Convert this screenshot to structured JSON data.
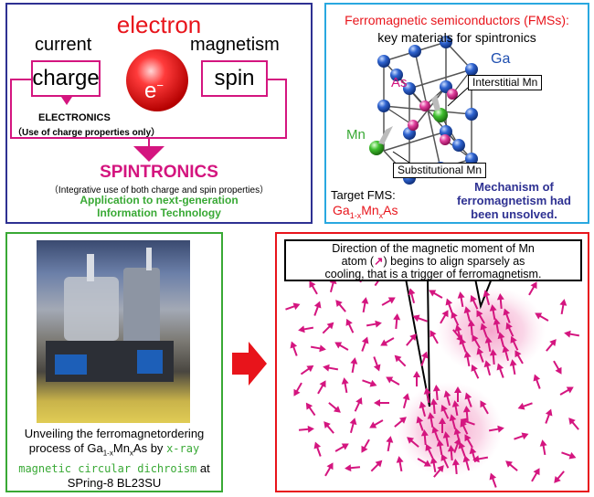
{
  "spin_panel": {
    "title": "electron",
    "current_label": "current",
    "magnetism_label": "magnetism",
    "charge_label": "charge",
    "spin_label": "spin",
    "electron_symbol": "e",
    "electron_sup": "−",
    "electronics_title": "ELECTRONICS",
    "electronics_note": "（Use of charge properties only）",
    "spintronics_title": "SPINTRONICS",
    "spintronics_note": "（Integrative use of both charge and spin properties）",
    "application_line1": "Application to next-generation",
    "application_line2": "Information Technology"
  },
  "fms_panel": {
    "title": "Ferromagnetic semiconductors (FMSs):",
    "subtitle": "key materials for spintronics",
    "ga_label": "Ga",
    "as_label": "As",
    "mn_label": "Mn",
    "interstitial_label": "Interstitial Mn",
    "substitutional_label": "Substitutional Mn",
    "target_label": "Target FMS:",
    "target_formula": {
      "a": "Ga",
      "b": "1-x",
      "c": "Mn",
      "d": "x",
      "e": "As"
    },
    "mechanism_line1": "Mechanism of",
    "mechanism_line2": "ferromagnetism had",
    "mechanism_line3": "been unsolved."
  },
  "experiment_panel": {
    "caption_line1": "Unveiling the ferromagnetordering",
    "caption_pre": "process of ",
    "formula": {
      "a": "Ga",
      "b": "1-x",
      "c": "Mn",
      "d": "x",
      "e": "As"
    },
    "caption_by": " by ",
    "caption_green1": "x-ray",
    "caption_green2": "magnetic circular dichroism",
    "caption_at": " at",
    "caption_line4": "SPring-8 BL23SU"
  },
  "moment_panel": {
    "bubble_line1": "Direction of the magnetic moment of Mn",
    "bubble_pre": "atom (",
    "bubble_post": ") begins to align sparsely as",
    "bubble_line3": "cooling, that is a trigger of ferromagnetism."
  },
  "colors": {
    "magenta": "#d4157f",
    "red": "#e8141b",
    "green": "#39a935",
    "navy": "#2e3192",
    "cyan": "#29a8e0",
    "blue_atom": "#1f4fb0"
  },
  "arrows": [
    [
      343,
      315,
      -30
    ],
    [
      364,
      312,
      15
    ],
    [
      389,
      304,
      -55
    ],
    [
      415,
      306,
      35
    ],
    [
      320,
      336,
      70
    ],
    [
      347,
      338,
      20
    ],
    [
      373,
      335,
      -40
    ],
    [
      399,
      334,
      10
    ],
    [
      425,
      330,
      60
    ],
    [
      451,
      324,
      -15
    ],
    [
      477,
      322,
      -60
    ],
    [
      335,
      360,
      -100
    ],
    [
      359,
      359,
      45
    ],
    [
      383,
      357,
      -25
    ],
    [
      409,
      355,
      80
    ],
    [
      434,
      352,
      5
    ],
    [
      460,
      349,
      -70
    ],
    [
      486,
      347,
      30
    ],
    [
      322,
      382,
      -20
    ],
    [
      348,
      381,
      100
    ],
    [
      374,
      379,
      -60
    ],
    [
      399,
      377,
      20
    ],
    [
      424,
      374,
      -120
    ],
    [
      450,
      372,
      40
    ],
    [
      475,
      369,
      -30
    ],
    [
      501,
      367,
      140
    ],
    [
      336,
      405,
      55
    ],
    [
      362,
      403,
      -80
    ],
    [
      387,
      400,
      10
    ],
    [
      412,
      398,
      160
    ],
    [
      438,
      395,
      -45
    ],
    [
      464,
      393,
      20
    ],
    [
      326,
      426,
      -150
    ],
    [
      352,
      424,
      30
    ],
    [
      378,
      422,
      -10
    ],
    [
      404,
      419,
      110
    ],
    [
      430,
      417,
      -60
    ],
    [
      456,
      415,
      0
    ],
    [
      340,
      448,
      -35
    ],
    [
      366,
      446,
      130
    ],
    [
      392,
      443,
      25
    ],
    [
      418,
      441,
      -90
    ],
    [
      444,
      439,
      15
    ],
    [
      335,
      470,
      85
    ],
    [
      360,
      468,
      -40
    ],
    [
      386,
      466,
      15
    ],
    [
      412,
      464,
      -120
    ],
    [
      438,
      462,
      50
    ],
    [
      348,
      492,
      -20
    ],
    [
      374,
      490,
      60
    ],
    [
      400,
      488,
      -150
    ],
    [
      426,
      486,
      10
    ],
    [
      452,
      484,
      -50
    ],
    [
      360,
      514,
      30
    ],
    [
      386,
      512,
      -95
    ],
    [
      412,
      510,
      45
    ],
    [
      438,
      508,
      -10
    ],
    [
      464,
      506,
      120
    ],
    [
      492,
      335,
      -20
    ],
    [
      505,
      328,
      -10
    ],
    [
      519,
      331,
      -25
    ],
    [
      533,
      326,
      -15
    ],
    [
      548,
      330,
      -5
    ],
    [
      498,
      349,
      -25
    ],
    [
      512,
      344,
      -15
    ],
    [
      526,
      347,
      -30
    ],
    [
      540,
      342,
      -10
    ],
    [
      555,
      346,
      -20
    ],
    [
      502,
      364,
      -15
    ],
    [
      516,
      359,
      -5
    ],
    [
      530,
      362,
      -20
    ],
    [
      544,
      357,
      -10
    ],
    [
      558,
      361,
      -25
    ],
    [
      507,
      378,
      -20
    ],
    [
      521,
      374,
      -30
    ],
    [
      535,
      377,
      -10
    ],
    [
      549,
      372,
      -15
    ],
    [
      563,
      376,
      -25
    ],
    [
      512,
      393,
      -10
    ],
    [
      526,
      389,
      -20
    ],
    [
      540,
      391,
      -5
    ],
    [
      554,
      387,
      -15
    ],
    [
      568,
      391,
      -30
    ],
    [
      520,
      407,
      -25
    ],
    [
      534,
      403,
      -15
    ],
    [
      548,
      406,
      -20
    ],
    [
      562,
      402,
      -10
    ],
    [
      583,
      316,
      30
    ],
    [
      593,
      347,
      -60
    ],
    [
      603,
      378,
      40
    ],
    [
      616,
      336,
      10
    ],
    [
      626,
      366,
      -80
    ],
    [
      610,
      402,
      150
    ],
    [
      588,
      418,
      -20
    ],
    [
      620,
      428,
      60
    ],
    [
      575,
      444,
      -110
    ],
    [
      600,
      456,
      20
    ],
    [
      628,
      464,
      -40
    ],
    [
      570,
      478,
      70
    ],
    [
      595,
      490,
      -10
    ],
    [
      622,
      498,
      110
    ],
    [
      560,
      510,
      -50
    ],
    [
      586,
      520,
      30
    ],
    [
      612,
      522,
      -140
    ],
    [
      530,
      446,
      -30
    ],
    [
      543,
      470,
      80
    ],
    [
      512,
      462,
      -70
    ],
    [
      500,
      488,
      20
    ],
    [
      526,
      502,
      -100
    ],
    [
      480,
      516,
      40
    ],
    [
      540,
      526,
      -20
    ],
    [
      468,
      433,
      -10
    ],
    [
      478,
      430,
      -5
    ],
    [
      490,
      436,
      -15
    ],
    [
      501,
      432,
      0
    ],
    [
      513,
      438,
      -20
    ],
    [
      463,
      448,
      -15
    ],
    [
      475,
      445,
      -5
    ],
    [
      487,
      451,
      -25
    ],
    [
      499,
      447,
      -10
    ],
    [
      511,
      453,
      -5
    ],
    [
      460,
      464,
      -20
    ],
    [
      472,
      460,
      -10
    ],
    [
      484,
      466,
      0
    ],
    [
      496,
      462,
      -15
    ],
    [
      508,
      468,
      -25
    ],
    [
      465,
      479,
      -5
    ],
    [
      477,
      475,
      -20
    ],
    [
      489,
      481,
      -10
    ],
    [
      501,
      477,
      -15
    ],
    [
      513,
      483,
      -30
    ],
    [
      470,
      494,
      -25
    ],
    [
      482,
      490,
      -10
    ],
    [
      494,
      496,
      -5
    ],
    [
      506,
      492,
      -20
    ],
    [
      518,
      498,
      -15
    ],
    [
      475,
      509,
      -10
    ],
    [
      487,
      505,
      -25
    ],
    [
      499,
      511,
      -5
    ],
    [
      511,
      507,
      -15
    ]
  ]
}
